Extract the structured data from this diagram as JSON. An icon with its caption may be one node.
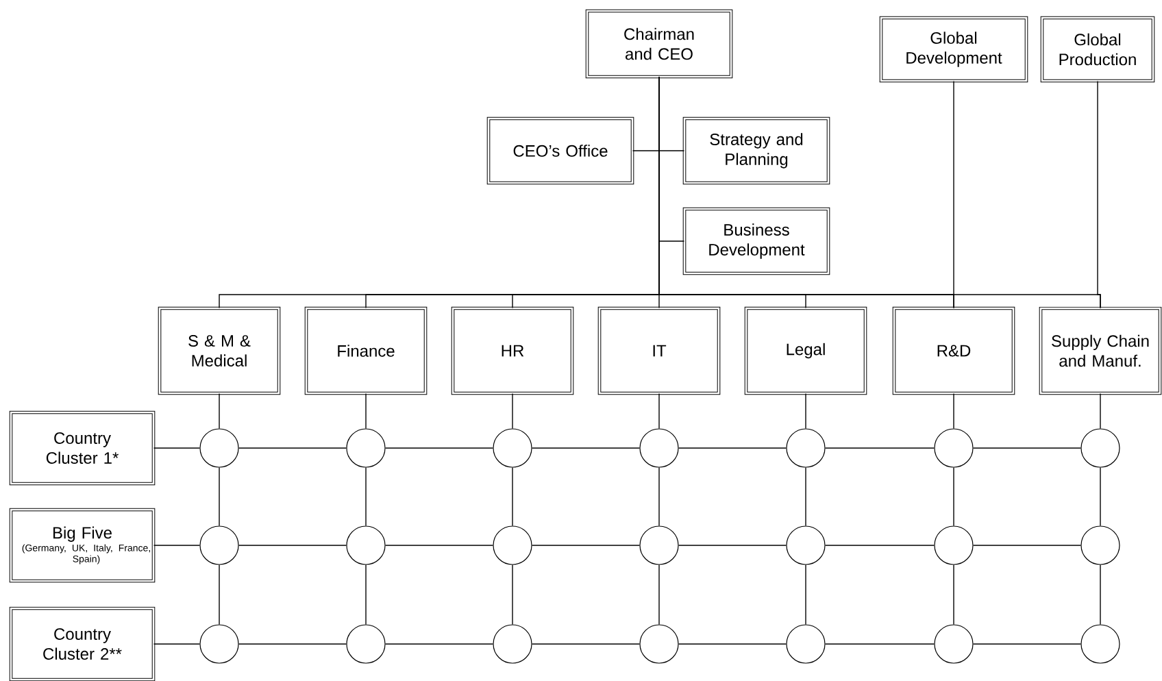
{
  "diagram": {
    "nodes": [
      {
        "text": [
          "Chairman and CEO"
        ]
      },
      {
        "text": [
          "Global Development"
        ]
      },
      {
        "text": [
          "Global Production"
        ]
      },
      {
        "text": [
          "CEO’s Office"
        ]
      },
      {
        "text": [
          "Strategy and Planning"
        ]
      },
      {
        "text": [
          "Business Development"
        ]
      },
      {
        "text": [
          "S & M & Medical"
        ]
      },
      {
        "text": [
          "Finance"
        ]
      },
      {
        "text": [
          "HR"
        ]
      },
      {
        "text": [
          "IT"
        ]
      },
      {
        "text": [
          "Legal"
        ]
      },
      {
        "text": [
          "R&D"
        ]
      },
      {
        "text": [
          "Supply Chain and Manuf."
        ]
      },
      {
        "text": [
          "Country Cluster 1*"
        ]
      },
      {
        "text": [
          "Big Five",
          "(Germany, UK, Italy, France, Spain)"
        ]
      },
      {
        "text": [
          "Country Cluster 2**"
        ]
      },
      {
        "text": [],
        "shape": "circle"
      },
      {
        "text": [],
        "shape": "circle"
      },
      {
        "text": [],
        "shape": "circle"
      },
      {
        "text": [],
        "shape": "circle"
      },
      {
        "text": [],
        "shape": "circle"
      },
      {
        "text": [],
        "shape": "circle"
      },
      {
        "text": [],
        "shape": "circle"
      },
      {
        "text": [],
        "shape": "circle"
      },
      {
        "text": [],
        "shape": "circle"
      },
      {
        "text": [],
        "shape": "circle"
      },
      {
        "text": [],
        "shape": "circle"
      },
      {
        "text": [],
        "shape": "circle"
      },
      {
        "text": [],
        "shape": "circle"
      },
      {
        "text": [],
        "shape": "circle"
      },
      {
        "text": [],
        "shape": "circle"
      },
      {
        "text": [],
        "shape": "circle"
      },
      {
        "text": [],
        "shape": "circle"
      },
      {
        "text": [],
        "shape": "circle"
      },
      {
        "text": [],
        "shape": "circle"
      },
      {
        "text": [],
        "shape": "circle"
      },
      {
        "text": [],
        "shape": "circle"
      }
    ],
    "edges": [
      {
        "from": 0,
        "to": 3,
        "arrow": "none"
      },
      {
        "from": 0,
        "to": 4,
        "arrow": "none"
      },
      {
        "from": 0,
        "to": 5,
        "arrow": "none"
      },
      {
        "from": 0,
        "to": 6,
        "arrow": "none"
      },
      {
        "from": 0,
        "to": 7,
        "arrow": "none"
      },
      {
        "from": 0,
        "to": 8,
        "arrow": "none"
      },
      {
        "from": 0,
        "to": 9,
        "arrow": "none"
      },
      {
        "from": 0,
        "to": 10,
        "arrow": "none"
      },
      {
        "from": 0,
        "to": 11,
        "arrow": "none"
      },
      {
        "from": 0,
        "to": 12,
        "arrow": "none"
      },
      {
        "from": 1,
        "to": 11,
        "arrow": "none"
      },
      {
        "from": 2,
        "to": 12,
        "arrow": "none"
      },
      {
        "from": 13,
        "to": 16,
        "arrow": "none"
      },
      {
        "from": 16,
        "to": 17,
        "arrow": "none"
      },
      {
        "from": 17,
        "to": 18,
        "arrow": "none"
      },
      {
        "from": 18,
        "to": 19,
        "arrow": "none"
      },
      {
        "from": 19,
        "to": 20,
        "arrow": "none"
      },
      {
        "from": 20,
        "to": 21,
        "arrow": "none"
      },
      {
        "from": 21,
        "to": 22,
        "arrow": "none"
      },
      {
        "from": 14,
        "to": 23,
        "arrow": "none"
      },
      {
        "from": 23,
        "to": 24,
        "arrow": "none"
      },
      {
        "from": 24,
        "to": 25,
        "arrow": "none"
      },
      {
        "from": 25,
        "to": 26,
        "arrow": "none"
      },
      {
        "from": 26,
        "to": 27,
        "arrow": "none"
      },
      {
        "from": 27,
        "to": 28,
        "arrow": "none"
      },
      {
        "from": 28,
        "to": 29,
        "arrow": "none"
      },
      {
        "from": 15,
        "to": 30,
        "arrow": "none"
      },
      {
        "from": 30,
        "to": 31,
        "arrow": "none"
      },
      {
        "from": 31,
        "to": 32,
        "arrow": "none"
      },
      {
        "from": 32,
        "to": 33,
        "arrow": "none"
      },
      {
        "from": 33,
        "to": 34,
        "arrow": "none"
      },
      {
        "from": 34,
        "to": 35,
        "arrow": "none"
      },
      {
        "from": 35,
        "to": 36,
        "arrow": "none"
      },
      {
        "from": 6,
        "to": 16,
        "arrow": "none"
      },
      {
        "from": 7,
        "to": 17,
        "arrow": "none"
      },
      {
        "from": 8,
        "to": 18,
        "arrow": "none"
      },
      {
        "from": 9,
        "to": 19,
        "arrow": "none"
      },
      {
        "from": 10,
        "to": 20,
        "arrow": "none"
      },
      {
        "from": 11,
        "to": 21,
        "arrow": "none"
      },
      {
        "from": 12,
        "to": 22,
        "arrow": "none"
      },
      {
        "from": 16,
        "to": 23,
        "arrow": "none"
      },
      {
        "from": 17,
        "to": 24,
        "arrow": "none"
      },
      {
        "from": 18,
        "to": 25,
        "arrow": "none"
      },
      {
        "from": 19,
        "to": 26,
        "arrow": "none"
      },
      {
        "from": 20,
        "to": 27,
        "arrow": "none"
      },
      {
        "from": 21,
        "to": 28,
        "arrow": "none"
      },
      {
        "from": 22,
        "to": 29,
        "arrow": "none"
      },
      {
        "from": 23,
        "to": 30,
        "arrow": "none"
      },
      {
        "from": 24,
        "to": 31,
        "arrow": "none"
      },
      {
        "from": 25,
        "to": 32,
        "arrow": "none"
      },
      {
        "from": 26,
        "to": 33,
        "arrow": "none"
      },
      {
        "from": 27,
        "to": 34,
        "arrow": "none"
      },
      {
        "from": 28,
        "to": 35,
        "arrow": "none"
      },
      {
        "from": 29,
        "to": 36,
        "arrow": "none"
      }
    ]
  }
}
